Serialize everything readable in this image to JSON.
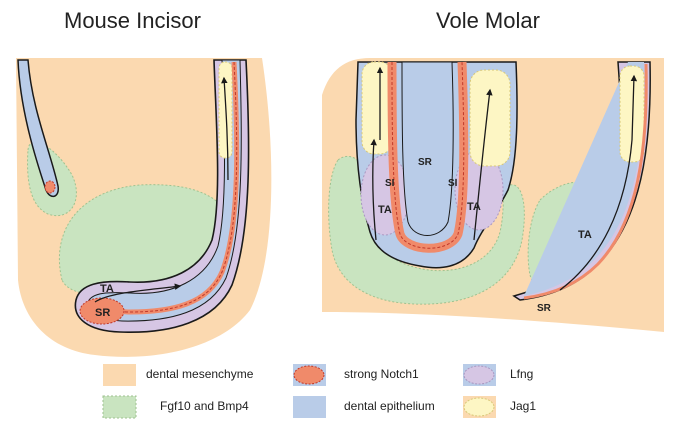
{
  "panels": {
    "left_title": "Mouse Incisor",
    "right_title": "Vole Molar"
  },
  "labels": {
    "left_ta": "TA",
    "left_sr": "SR",
    "right_sr_center": "SR",
    "right_si_left": "SI",
    "right_si_right": "SI",
    "right_ta_left": "TA",
    "right_ta_mid": "TA",
    "right_ta_far": "TA",
    "right_sr_bottom": "SR"
  },
  "legend": [
    {
      "label": "dental mesenchyme",
      "swatch": "mesenchyme"
    },
    {
      "label": "Fgf10 and Bmp4",
      "swatch": "fgf"
    },
    {
      "label": "strong Notch1",
      "swatch": "notch"
    },
    {
      "label": "dental epithelium",
      "swatch": "epithelium"
    },
    {
      "label": "Lfng",
      "swatch": "lfng"
    },
    {
      "label": "Jag1",
      "swatch": "jag"
    }
  ],
  "colors": {
    "mesenchyme": "#fbd9b0",
    "fgf": "#c9e4c0",
    "notch": "#f08a6a",
    "epithelium": "#b9cce8",
    "lfng": "#d6c6e4",
    "jag": "#fdf6c4",
    "outline": "#1a1a1a"
  }
}
